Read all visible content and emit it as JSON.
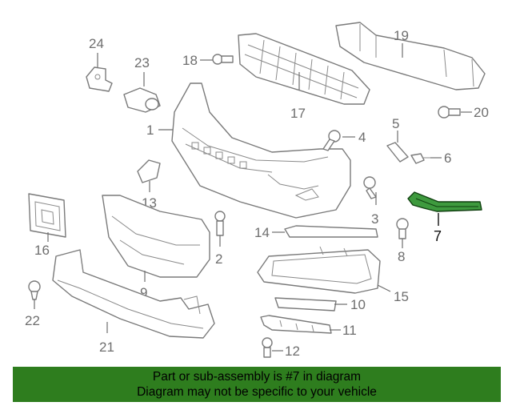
{
  "banner": {
    "line1": "Part or sub-assembly is #7 in diagram",
    "line2": "Diagram may not be specific to your vehicle"
  },
  "colors": {
    "highlight_fill": "#3e9a3e",
    "banner_bg": "#2e7d1e",
    "line_art": "#7a7a7a"
  },
  "callouts": [
    {
      "id": "1",
      "label": "1"
    },
    {
      "id": "2",
      "label": "2"
    },
    {
      "id": "3",
      "label": "3"
    },
    {
      "id": "4",
      "label": "4"
    },
    {
      "id": "5",
      "label": "5"
    },
    {
      "id": "6",
      "label": "6"
    },
    {
      "id": "7",
      "label": "7",
      "highlighted": true
    },
    {
      "id": "8",
      "label": "8"
    },
    {
      "id": "9",
      "label": "9"
    },
    {
      "id": "10",
      "label": "10"
    },
    {
      "id": "11",
      "label": "11"
    },
    {
      "id": "12",
      "label": "12"
    },
    {
      "id": "13",
      "label": "13"
    },
    {
      "id": "14",
      "label": "14"
    },
    {
      "id": "15",
      "label": "15"
    },
    {
      "id": "16",
      "label": "16"
    },
    {
      "id": "17",
      "label": "17"
    },
    {
      "id": "18",
      "label": "18"
    },
    {
      "id": "19",
      "label": "19"
    },
    {
      "id": "20",
      "label": "20"
    },
    {
      "id": "21",
      "label": "21"
    },
    {
      "id": "22",
      "label": "22"
    },
    {
      "id": "23",
      "label": "23"
    },
    {
      "id": "24",
      "label": "24"
    }
  ]
}
